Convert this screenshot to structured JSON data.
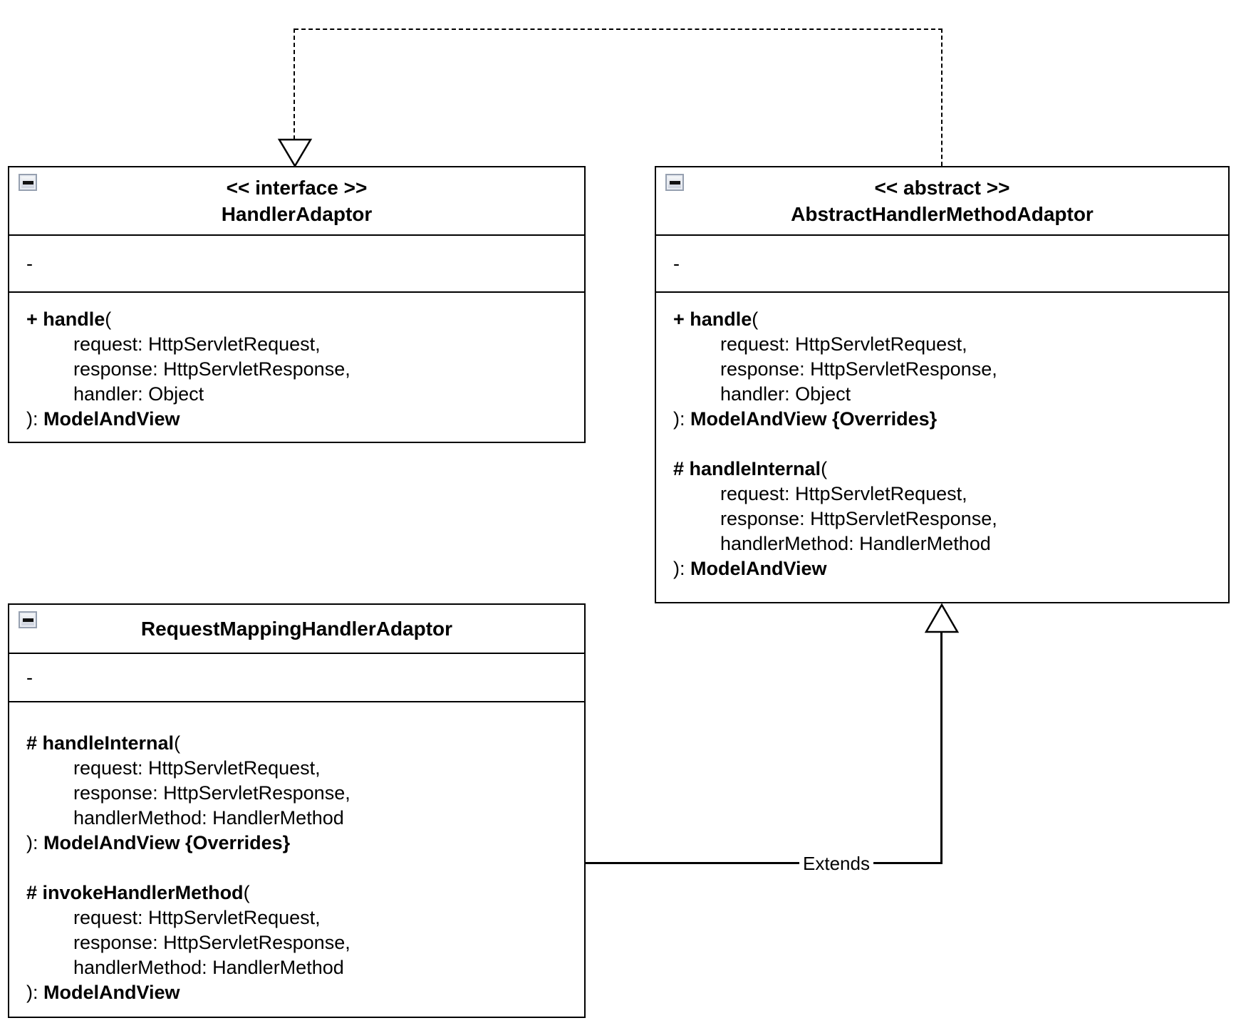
{
  "classes": [
    {
      "stereotype": "<< interface >>",
      "name": "HandlerAdaptor",
      "attributes": "-",
      "methods": [
        {
          "name": "+ handle",
          "paren": "(",
          "params": [
            "request: HttpServletRequest,",
            "response: HttpServletResponse,",
            "handler: Object"
          ],
          "close": "): ",
          "returns": "ModelAndView"
        }
      ]
    },
    {
      "stereotype": "<< abstract >>",
      "name": "AbstractHandlerMethodAdaptor",
      "attributes": "-",
      "methods": [
        {
          "name": "+ handle",
          "paren": "(",
          "params": [
            "request: HttpServletRequest,",
            "response: HttpServletResponse,",
            "handler: Object"
          ],
          "close": "): ",
          "returns": "ModelAndView {Overrides}"
        },
        {
          "name": "# handleInternal",
          "paren": "(",
          "params": [
            "request: HttpServletRequest,",
            "response: HttpServletResponse,",
            "handlerMethod: HandlerMethod"
          ],
          "close": "): ",
          "returns": "ModelAndView"
        }
      ]
    },
    {
      "name": "RequestMappingHandlerAdaptor",
      "attributes": "-",
      "methods": [
        {
          "name": "# handleInternal",
          "paren": "(",
          "params": [
            "request: HttpServletRequest,",
            "response: HttpServletResponse,",
            "handlerMethod: HandlerMethod"
          ],
          "close": "): ",
          "returns": "ModelAndView {Overrides}"
        },
        {
          "name": "# invokeHandlerMethod",
          "paren": "(",
          "params": [
            "request: HttpServletRequest,",
            "response: HttpServletResponse,",
            "handlerMethod: HandlerMethod"
          ],
          "close": "): ",
          "returns": "ModelAndView"
        }
      ]
    }
  ],
  "connectors": {
    "extends_label": "Extends"
  },
  "icons": {
    "collapse": "minus-icon"
  }
}
